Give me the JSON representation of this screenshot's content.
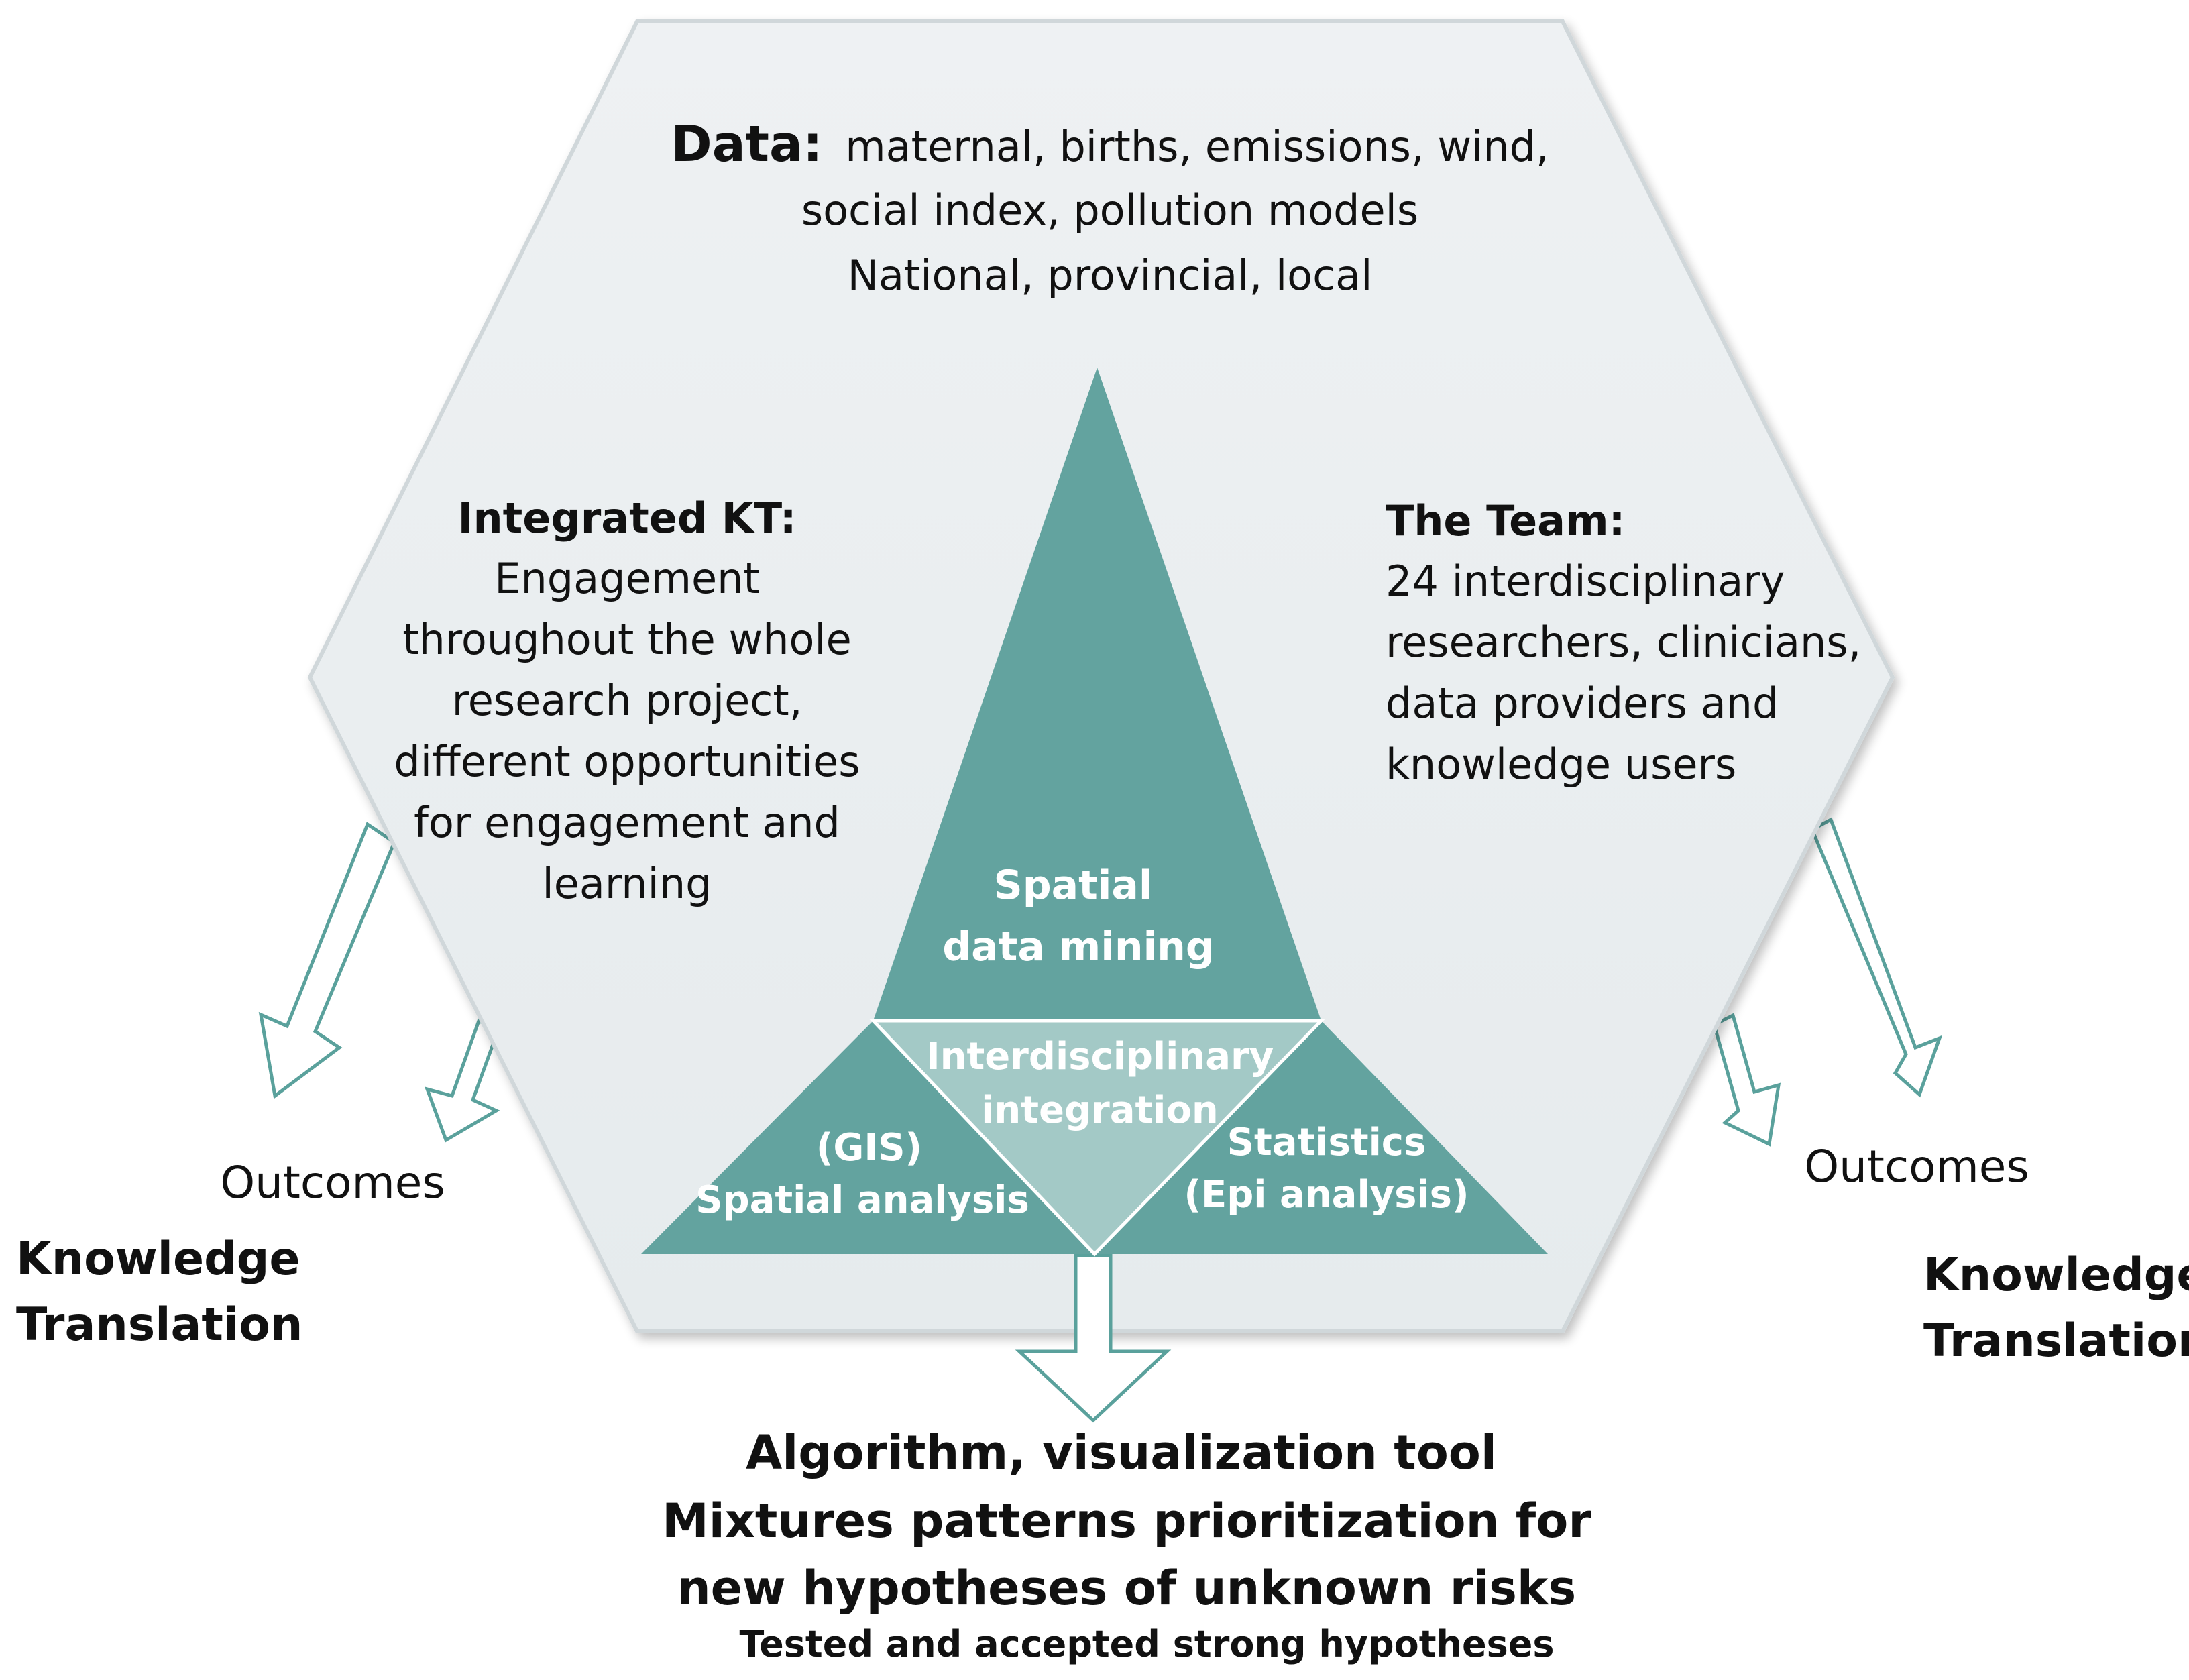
{
  "colors": {
    "hexagon_fill": "#e9edef",
    "hexagon_edge": "#d3dadd",
    "triangle_dark": "#63a39f",
    "triangle_light": "#a3c9c6",
    "arrow_stroke": "#5aa19c",
    "text": "#111111"
  },
  "data_block": {
    "label": "Data:",
    "line1_rest": "maternal, births, emissions, wind,",
    "line2": "social index, pollution models",
    "line3": "National, provincial, local"
  },
  "integrated_kt": {
    "heading": "Integrated KT:",
    "lines": [
      "Engagement",
      "throughout the whole",
      "research project,",
      "different opportunities",
      "for engagement and",
      "learning"
    ]
  },
  "team": {
    "heading": "The Team:",
    "lines": [
      "24 interdisciplinary",
      "researchers, clinicians,",
      "data providers and",
      "knowledge users"
    ]
  },
  "triangle": {
    "top_line1": "Spatial",
    "top_line2": "data mining",
    "center_line1": "Interdisciplinary",
    "center_line2": "integration",
    "left_line1": "(GIS)",
    "left_line2": "Spatial analysis",
    "right_line1": "Statistics",
    "right_line2": "(Epi analysis)"
  },
  "outcomes_left": "Outcomes",
  "outcomes_right": "Outcomes",
  "knowledge_translation_left": {
    "line1": "Knowledge",
    "line2": "Translation"
  },
  "knowledge_translation_right": {
    "line1": "Knowledge",
    "line2": "Translation"
  },
  "bottom": {
    "line1": "Algorithm, visualization tool",
    "line2": "Mixtures patterns prioritization for",
    "line3": "new hypotheses of unknown risks",
    "line4": "Tested and accepted strong hypotheses"
  },
  "icons": {
    "arrows": "hollow-arrow-icon"
  }
}
